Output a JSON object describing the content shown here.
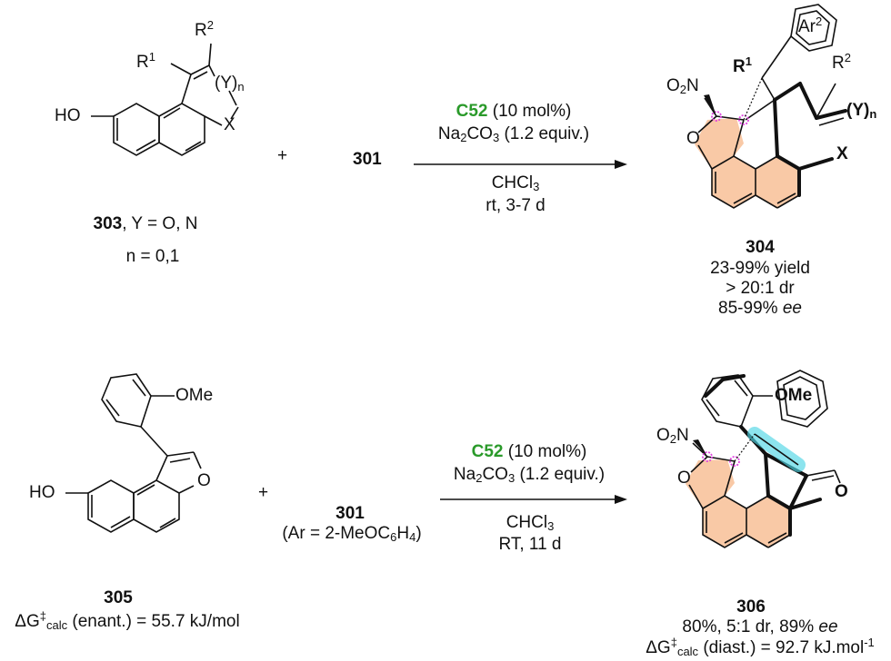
{
  "scheme_top": {
    "reactant1": {
      "label": "303",
      "label_suffix": ", Y = O, N",
      "n_line": "n = 0,1",
      "atoms": {
        "ho": "HO",
        "r1": "R",
        "r1_sup": "1",
        "r2": "R",
        "r2_sup": "2",
        "y": "(Y)",
        "y_sub": "n",
        "x": "X"
      }
    },
    "plus": "+",
    "reactant2": {
      "label": "301"
    },
    "conditions": {
      "catalyst": "C52",
      "catalyst_loading": " (10 mol%)",
      "base_a": "Na",
      "base_sub1": "2",
      "base_b": "CO",
      "base_sub2": "3",
      "base_c": " (1.2 equiv.)",
      "solvent": "CHCl",
      "solvent_sub": "3",
      "time": "rt, 3-7 d"
    },
    "product": {
      "label": "304",
      "yield": "23-99% yield",
      "dr": "> 20:1 dr",
      "ee_value": "85-99% ",
      "ee_unit": "ee",
      "atoms": {
        "o2n": "O",
        "o2n_sub": "2",
        "o2n_n": "N",
        "r1": "R",
        "r1_sup": "1",
        "r2": "R",
        "r2_sup": "2",
        "ar": "Ar",
        "ar_sup": "2",
        "y": "(Y)",
        "y_sub": "n",
        "x": "X",
        "o": "O"
      }
    }
  },
  "scheme_bottom": {
    "reactant1": {
      "label": "305",
      "dg_prefix": "ΔG",
      "dg_sup": "‡",
      "dg_sub": "calc",
      "dg_value": " (enant.) = 55.7 kJ/mol",
      "atoms": {
        "ho": "HO",
        "ome": "OMe",
        "o": "O"
      }
    },
    "plus": "+",
    "reactant2": {
      "label": "301",
      "note_a": "(Ar = 2-MeOC",
      "note_sub": "6",
      "note_b": "H",
      "note_sub2": "4",
      "note_c": ")"
    },
    "conditions": {
      "catalyst": "C52",
      "catalyst_loading": " (10 mol%)",
      "base_a": "Na",
      "base_sub1": "2",
      "base_b": "CO",
      "base_sub2": "3",
      "base_c": " (1.2 equiv.)",
      "solvent": "CHCl",
      "solvent_sub": "3",
      "time": "RT, 11 d"
    },
    "product": {
      "label": "306",
      "result_a": "80%, 5:1 dr, 89% ",
      "result_ee": "ee",
      "dg_prefix": "ΔG",
      "dg_sup": "‡",
      "dg_sub": "calc",
      "dg_value": " (diast.) = 92.7 kJ.mol",
      "dg_exp": "-1",
      "atoms": {
        "o2n": "O",
        "o2n_sub": "2",
        "o2n_n": "N",
        "ome": "OMe",
        "o": "O",
        "o_furan": "O"
      }
    }
  },
  "colors": {
    "catalyst": "#2a9a2a",
    "ring_fill": "#f9c9a6",
    "stereocenter": "#e040e0",
    "axis_highlight": "#4fd6e6"
  }
}
